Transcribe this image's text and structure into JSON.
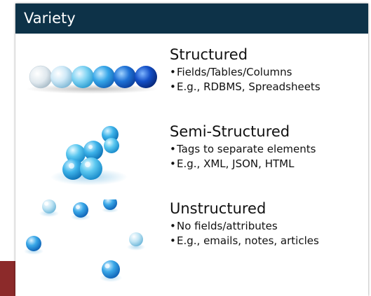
{
  "header": {
    "title": "Variety"
  },
  "sections": [
    {
      "heading": "Structured",
      "bullets": [
        "Fields/Tables/Columns",
        "E.g., RDBMS, Spreadsheets"
      ],
      "image": "marbles-in-a-row"
    },
    {
      "heading": "Semi-Structured",
      "bullets": [
        "Tags to separate elements",
        "E.g., XML, JSON, HTML"
      ],
      "image": "marbles-clustered"
    },
    {
      "heading": "Unstructured",
      "bullets": [
        "No fields/attributes",
        "E.g., emails, notes, articles"
      ],
      "image": "marbles-scattered"
    }
  ],
  "colors": {
    "header_bg": "#0d3248",
    "accent_corner": "#8c2a2a",
    "marble_blue": "#1a7fd8"
  }
}
